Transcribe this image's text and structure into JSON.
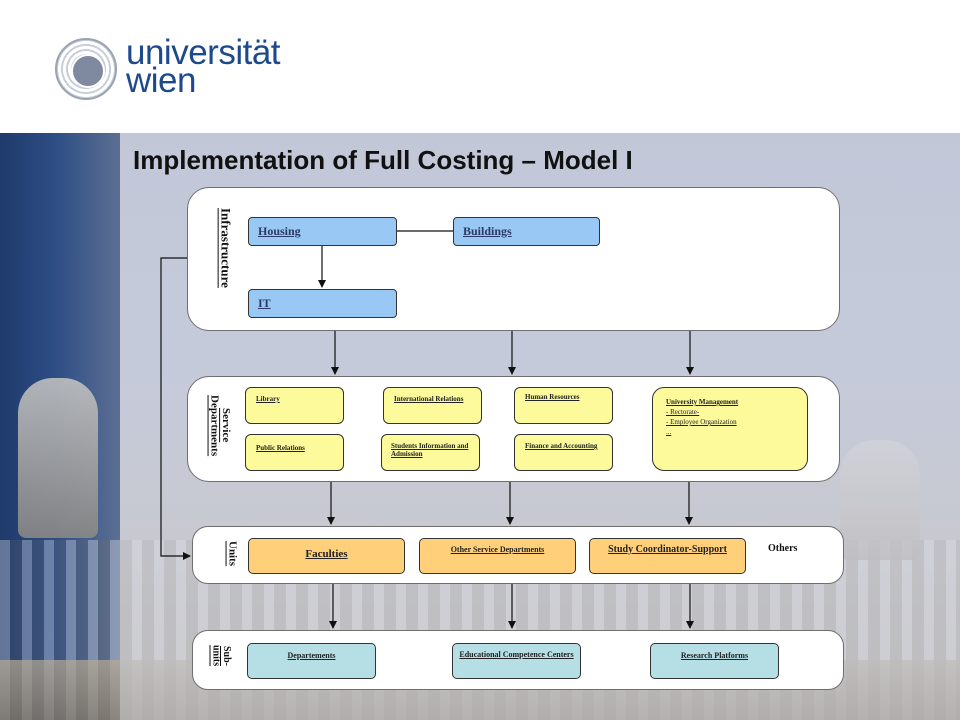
{
  "header": {
    "logo_line1": "universität",
    "logo_line2": "wien"
  },
  "slide": {
    "title": "Implementation of Full Costing – Model I"
  },
  "diagram": {
    "infrastructure": {
      "label": "Infrastructure",
      "boxes": {
        "housing": "Housing",
        "buildings": "Buildings",
        "it": "IT"
      }
    },
    "service_departments": {
      "label": "Service\nDepartments",
      "boxes": {
        "library": "Library",
        "international_relations": "International Relations",
        "human_resources": "Human Resources",
        "public_relations": "Public Relations",
        "students_information": "Students Information and Admission",
        "finance": "Finance and Accounting",
        "university_management": "University Management",
        "university_management_items": [
          "- Rectorate-",
          "- Employee Organization",
          "..."
        ]
      }
    },
    "units": {
      "label": "Units",
      "boxes": {
        "faculties": "Faculties",
        "other_service": "Other Service Departments",
        "study_coordinator": "Study Coordinator-Support"
      },
      "others": "Others"
    },
    "sub_units": {
      "label": "Sub-\nunits",
      "boxes": {
        "departements": "Departements",
        "educational_competence": "Educational Competence Centers",
        "research_platforms": "Research Platforms"
      }
    }
  },
  "colors": {
    "infrastructure_box": "#99c8f4",
    "service_box": "#fcfa9a",
    "units_box": "#ffcf7a",
    "subunits_box": "#b5dfe5",
    "logo": "#1e4a8c"
  }
}
